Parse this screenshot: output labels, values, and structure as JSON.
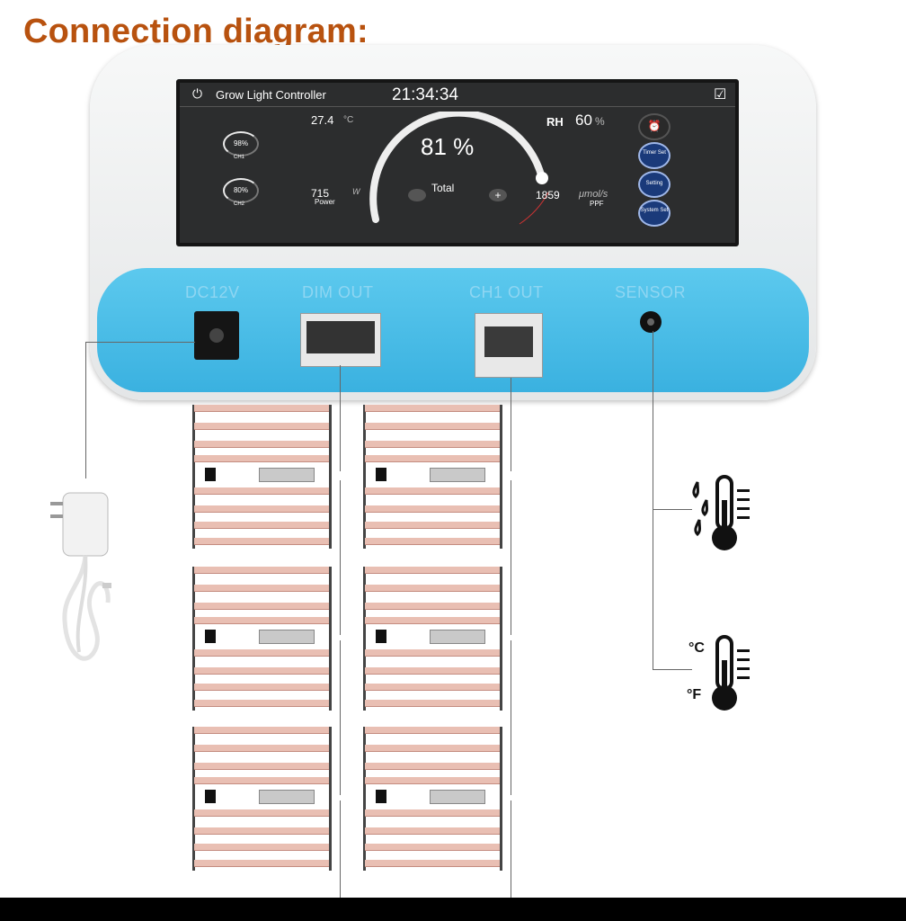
{
  "title": "Connection diagram:",
  "screen": {
    "app_title": "Grow Light Controller",
    "time": "21:34:34",
    "temperature": "27.4",
    "temperature_unit": "°C",
    "rh_label": "RH",
    "rh_value": "60",
    "rh_unit": "%",
    "ch1_percent": "98%",
    "ch1_label": "CH1",
    "ch2_percent": "80%",
    "ch2_label": "CH2",
    "dial_value": "81 %",
    "dial_label": "Total",
    "dial_level_percent": 81,
    "power_value": "715",
    "power_unit": "W",
    "power_label": "Power",
    "ppf_value": "1859",
    "ppf_unit": "μmol/s",
    "ppf_label": "PPF",
    "buttons": [
      {
        "label": "Timer Set"
      },
      {
        "label": "Setting"
      },
      {
        "label": "System Set"
      }
    ]
  },
  "ports": {
    "dc": "DC12V",
    "dim": "DIM OUT",
    "ch1": "CH1 OUT",
    "sensor": "SENSOR"
  },
  "sensor_icons": {
    "celsius": "°C",
    "fahrenheit": "°F"
  },
  "colors": {
    "title": "#b8520f",
    "panel": "#3ab1e0",
    "screen": "#2c2d2e"
  }
}
